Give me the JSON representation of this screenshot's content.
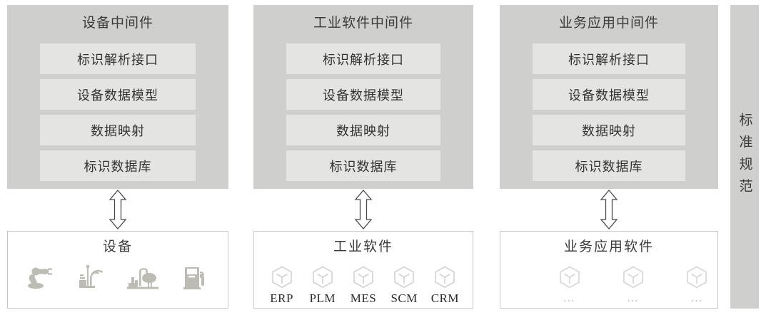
{
  "diagram": {
    "columns": [
      {
        "middleware": {
          "title": "设备中间件",
          "rows": [
            "标识解析接口",
            "设备数据模型",
            "数据映射",
            "标识数据库"
          ]
        },
        "connector": "double-headed-vertical-arrow",
        "source": {
          "title": "设备",
          "items": [
            {
              "icon": "robot-arm-icon",
              "label": ""
            },
            {
              "icon": "factory-antenna-icon",
              "label": ""
            },
            {
              "icon": "refinery-plant-icon",
              "label": ""
            },
            {
              "icon": "fuel-pump-icon",
              "label": ""
            }
          ]
        }
      },
      {
        "middleware": {
          "title": "工业软件中间件",
          "rows": [
            "标识解析接口",
            "设备数据模型",
            "数据映射",
            "标识数据库"
          ]
        },
        "connector": "double-headed-vertical-arrow",
        "source": {
          "title": "工业软件",
          "items": [
            {
              "icon": "cube-icon",
              "label": "ERP"
            },
            {
              "icon": "cube-icon",
              "label": "PLM"
            },
            {
              "icon": "cube-icon",
              "label": "MES"
            },
            {
              "icon": "cube-icon",
              "label": "SCM"
            },
            {
              "icon": "cube-icon",
              "label": "CRM"
            }
          ]
        }
      },
      {
        "middleware": {
          "title": "业务应用中间件",
          "rows": [
            "标识解析接口",
            "设备数据模型",
            "数据映射",
            "标识数据库"
          ]
        },
        "connector": "double-headed-vertical-arrow",
        "source": {
          "title": "业务应用软件",
          "items": [
            {
              "icon": "cube-icon",
              "label": "…"
            },
            {
              "icon": "cube-icon",
              "label": "…"
            },
            {
              "icon": "cube-icon",
              "label": "…"
            }
          ]
        }
      }
    ],
    "standard_bar": {
      "label": "标准规范"
    },
    "colors": {
      "panel_bg": "#cfcfce",
      "row_bg": "#e4e4e2",
      "box_border": "#c8c8c8",
      "icon_gray": "#bcbcb4",
      "cube_gray": "#d6d6d4",
      "text": "#333333"
    }
  }
}
